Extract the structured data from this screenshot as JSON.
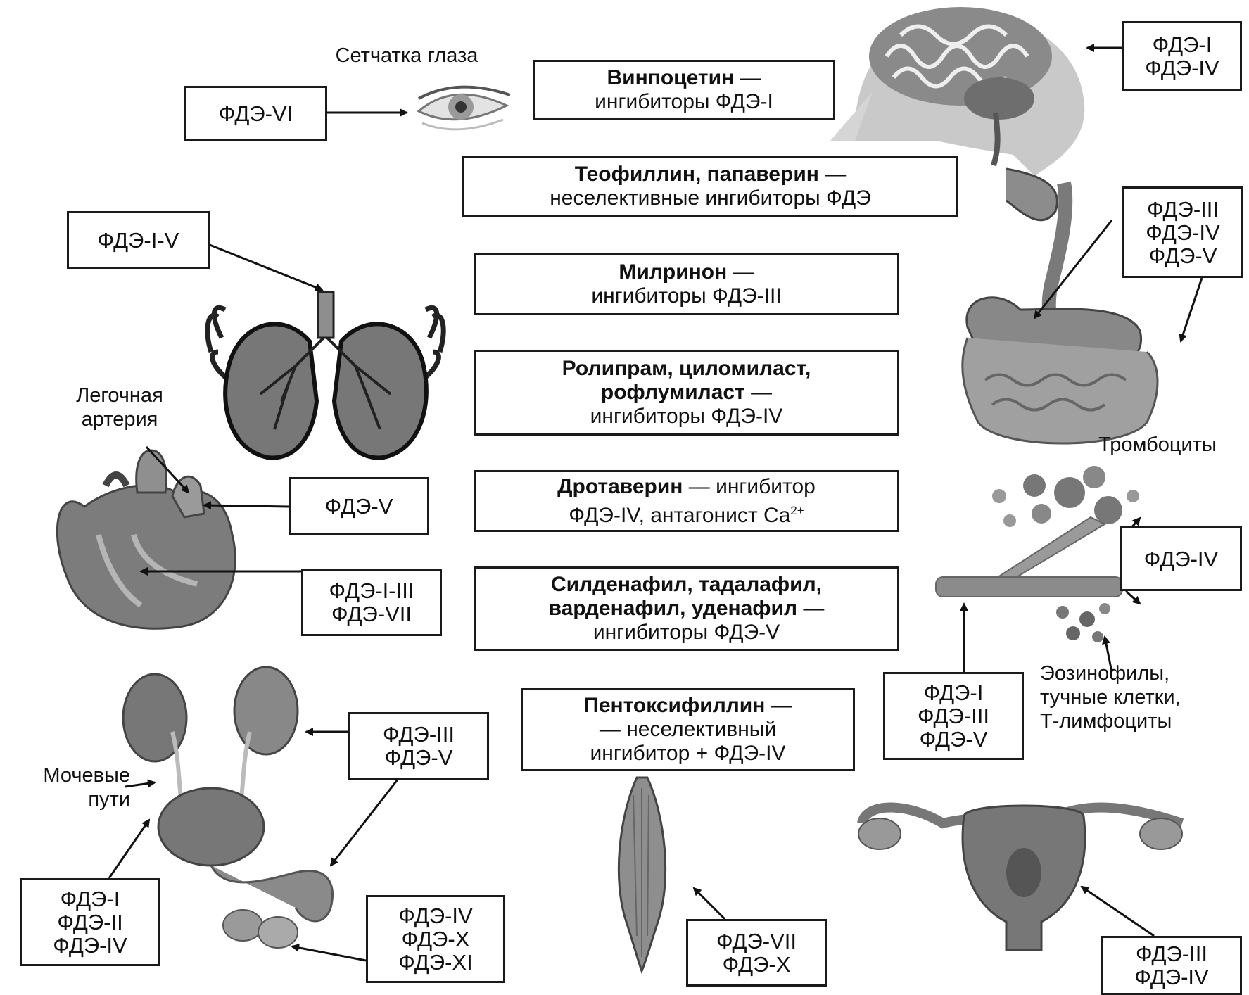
{
  "drugs": {
    "vinpocetine": {
      "name": "Винпоцетин",
      "rest": " —",
      "line2": "ингибиторы ФДЭ-I"
    },
    "theophylline": {
      "name": "Теофиллин, папаверин",
      "rest": " —",
      "line2": "неселективные ингибиторы ФДЭ"
    },
    "milrinone": {
      "name": "Милринон",
      "rest": " —",
      "line2": "ингибиторы ФДЭ-III"
    },
    "rolipram": {
      "line1": "Ролипрам, циломиласт,",
      "line2b": "рофлумиласт",
      "rest": " —",
      "line3": "ингибиторы ФДЭ-IV"
    },
    "drotaverine": {
      "name": "Дротаверин",
      "rest": " — ингибитор",
      "line2": "ФДЭ-IV, антагонист Ca",
      "sup": "2+"
    },
    "sildenafil": {
      "line1": "Силденафил, тадалафил,",
      "line2b": "варденафил, уденафил",
      "rest": " —",
      "line3": "ингибиторы ФДЭ-V"
    },
    "pentoxifylline": {
      "name": "Пентоксифиллин",
      "rest": " —",
      "line2": "— неселективный",
      "line3": "ингибитор + ФДЭ-IV"
    }
  },
  "pde": {
    "eye": [
      "ФДЭ-VI"
    ],
    "brain": [
      "ФДЭ-I",
      "ФДЭ-IV"
    ],
    "lungs": [
      "ФДЭ-I-V"
    ],
    "gut": [
      "ФДЭ-III",
      "ФДЭ-IV",
      "ФДЭ-V"
    ],
    "pulm_artery": [
      "ФДЭ-V"
    ],
    "heart": [
      "ФДЭ-I-III",
      "ФДЭ-VII"
    ],
    "cells": [
      "ФДЭ-IV"
    ],
    "vessel": [
      "ФДЭ-I",
      "ФДЭ-III",
      "ФДЭ-V"
    ],
    "kidney": [
      "ФДЭ-III",
      "ФДЭ-V"
    ],
    "urinary": [
      "ФДЭ-I",
      "ФДЭ-II",
      "ФДЭ-IV"
    ],
    "testis": [
      "ФДЭ-IV",
      "ФДЭ-X",
      "ФДЭ-XI"
    ],
    "muscle": [
      "ФДЭ-VII",
      "ФДЭ-X"
    ],
    "uterus": [
      "ФДЭ-III",
      "ФДЭ-IV"
    ]
  },
  "labels": {
    "retina": "Сетчатка глаза",
    "pulm_artery": [
      "Легочная",
      "артерия"
    ],
    "platelets": "Тромбоциты",
    "eosinophils": [
      "Эозинофилы,",
      "тучные клетки,",
      "Т-лимфоциты"
    ],
    "urinary": [
      "Мочевые",
      "пути"
    ]
  }
}
